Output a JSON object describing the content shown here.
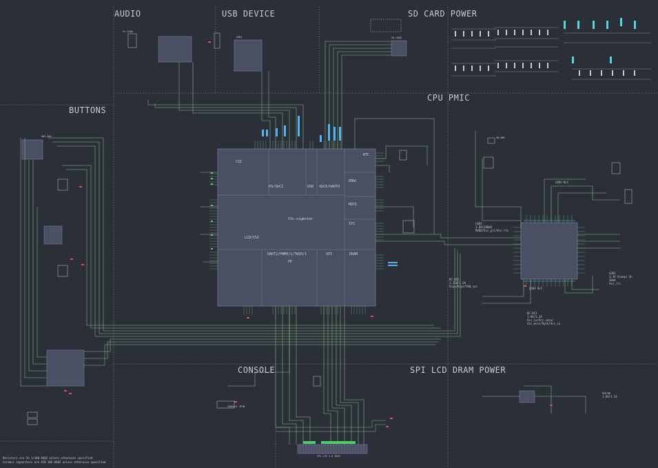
{
  "sections": {
    "audio": "AUDIO",
    "usb_device": "USB DEVICE",
    "sd_card_power": "SD CARD POWER",
    "buttons": "BUTTONS",
    "cpu_pmic": "CPU PMIC",
    "console": "CONSOLE",
    "spi_lcd": "SPI LCD",
    "dram_power": "DRAM POWER"
  },
  "cpu": {
    "name": "V3s-sigmstar",
    "blocks": {
      "csi": "CSI",
      "usb": "USB",
      "sdc": "SDC0/UART0",
      "emac": "EMAC",
      "lcd": "LCD/CSI",
      "gpio": "UART2/PWM0/1/TWI0/1",
      "spi": "SPI",
      "dram": "DRAM",
      "pe": "PE",
      "mipi": "MIPI",
      "sys": "SYS",
      "rtc": "RTC",
      "io": "PG/SDC1"
    }
  },
  "pmic": {
    "ldo2": "LDO2\n3.0V/200mA\nRVDD/Vcc_pll/Vcc-rtc",
    "dcdc2": "DC-DC2\n1.25V/1.6A\nVcpu/Vsys/Vdd_sys",
    "dcdc3": "DC-DC3\n1.8V/1.2A\nVcc_io/Vcc_sdio/\nVcc_mcsi/Vpsh/Vcc_io",
    "ldo3": "LDO3 N/C",
    "ldo4": "LDO4 N/C",
    "ldo1": "LDO1\n3.3V Always On\n30mA\nVcc_rtc",
    "dram_v": "Vdram\n1.8V/1.2A"
  },
  "parts": {
    "usb_conn": "USB1",
    "audio_jack": "PJ-320B",
    "sd_slot": "SD CARD",
    "lcd_conn": "SPI LCD 2.8 INCH",
    "console_conn": "CONSOLE 3PIN",
    "buttons_ic": "SW1-SW4",
    "pwr_switch": "SW_PWR"
  },
  "footnotes": {
    "line1": "Resistors are 5% 1/16W 0402 unless otherwise specified",
    "line2": "Ceramic capacitors are X5R 10V 0402 unless otherwise specified"
  },
  "colors": {
    "background": "#2b2f38",
    "trace": "#8fbf84",
    "component": "#7f8bb8",
    "pin_label": "#4fb6f0",
    "power_marker": "#e0524f",
    "ground_marker": "#4fd06a",
    "cap": "#57d4e8",
    "grid": "#8a8f99"
  }
}
